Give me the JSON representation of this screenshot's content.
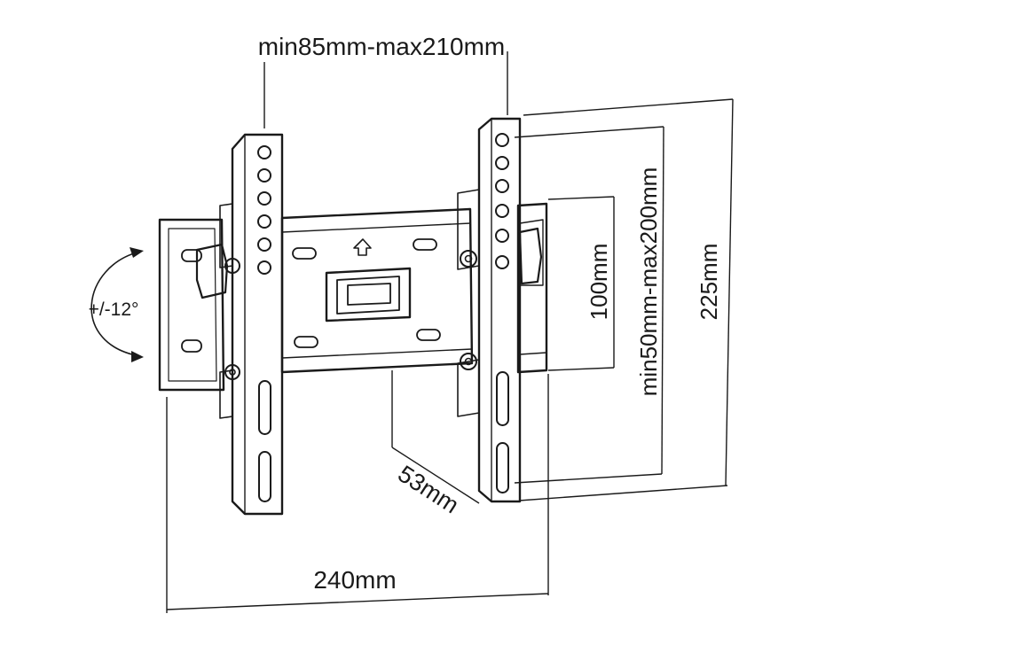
{
  "labels": {
    "vesa_horizontal": "min85mm-max210mm",
    "tilt": "+/-12°",
    "hole_spacing": "100mm",
    "vesa_vertical": "min50mm-max200mm",
    "height": "225mm",
    "depth": "53mm",
    "width": "240mm"
  },
  "colors": {
    "line": "#1a1a1a",
    "background": "#ffffff"
  }
}
